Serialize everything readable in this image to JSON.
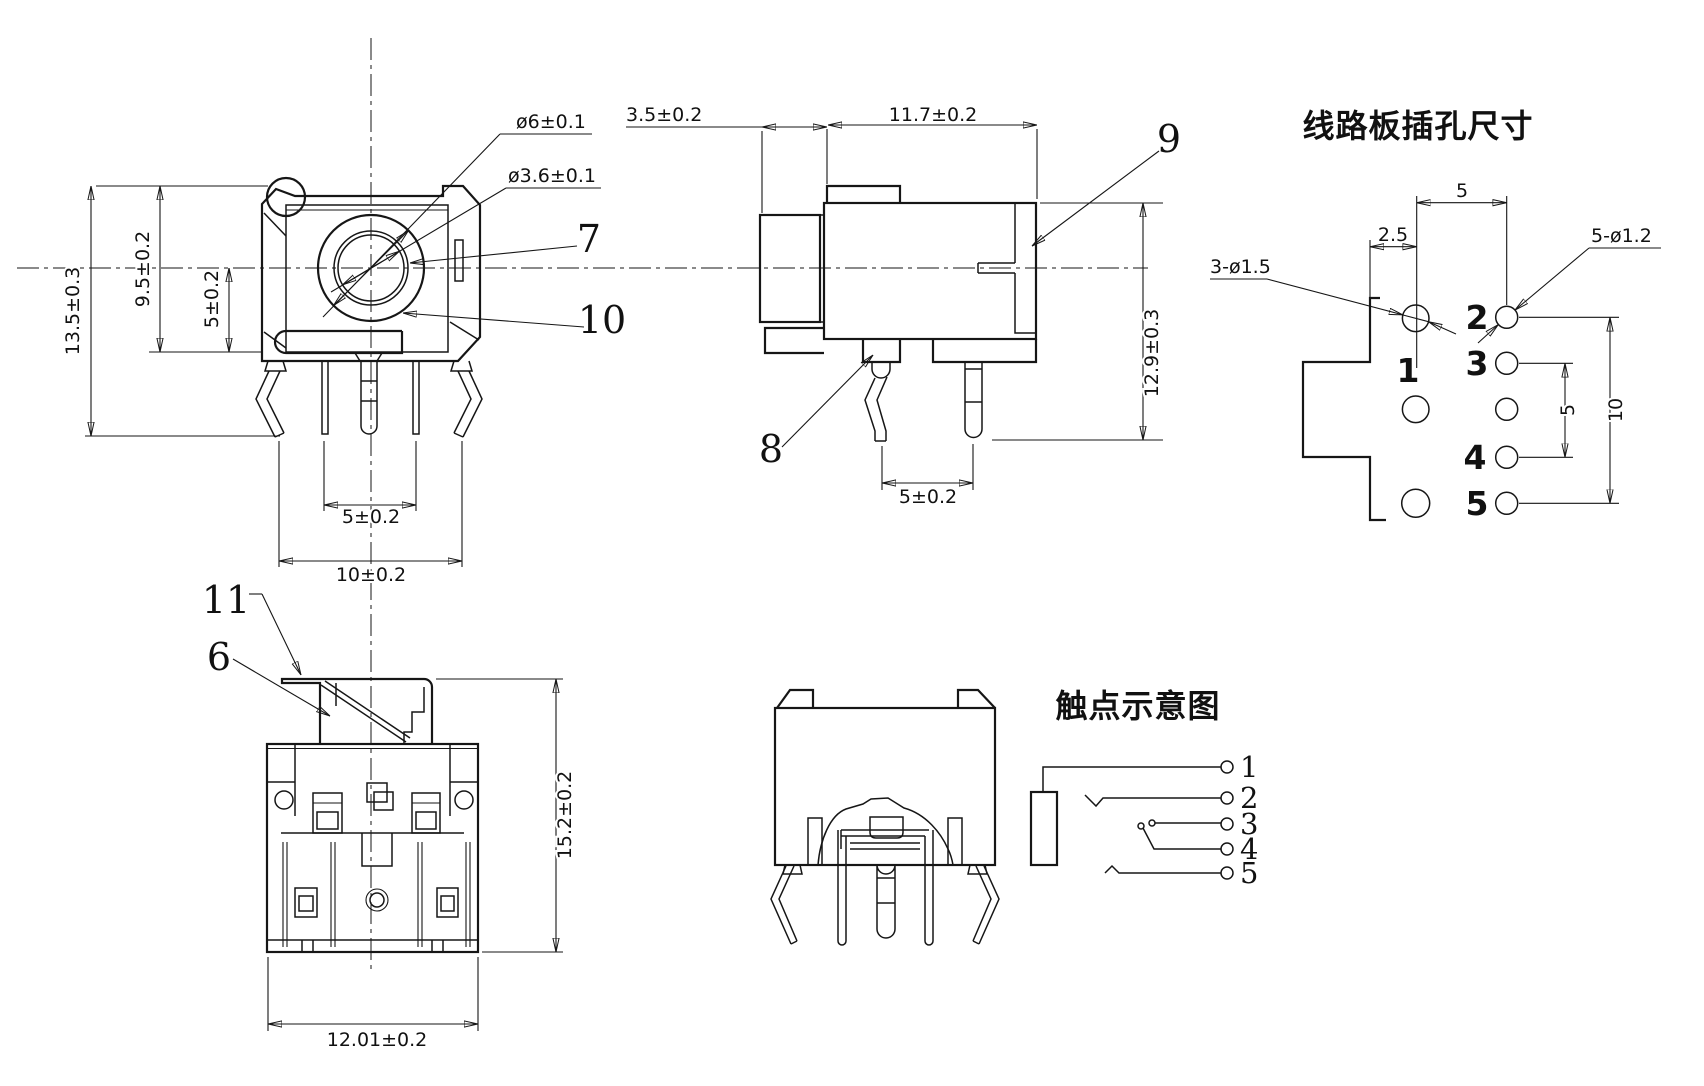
{
  "front_view": {
    "overall_height": "13.5±0.3",
    "body_height": "9.5±0.2",
    "center_to_base": "5±0.2",
    "bushing_outer_dia": "ø6±0.1",
    "jack_hole_dia": "ø3.6±0.1",
    "pin_pitch": "5±0.2",
    "pin_span": "10±0.2",
    "callout_center": "7",
    "callout_ring": "10"
  },
  "side_view": {
    "bushing_length": "3.5±0.2",
    "body_length": "11.7±0.2",
    "overall_height": "12.9±0.3",
    "pin_pitch": "5±0.2",
    "callout_housing": "9",
    "callout_front_pin": "8"
  },
  "pcb_view": {
    "title": "线路板插孔尺寸",
    "col_pitch": "5",
    "col_offset": "2.5",
    "left_holes_note": "3-ø1.5",
    "right_holes_note": "5-ø1.2",
    "row_pitch": "5",
    "row_span": "10",
    "hole_labels": [
      "1",
      "2",
      "3",
      "4",
      "5"
    ]
  },
  "back_view": {
    "callout_tab": "11",
    "callout_spring": "6",
    "overall_height": "15.2±0.2",
    "overall_width": "12.01±0.2"
  },
  "contact_view": {
    "title": "触点示意图",
    "terminal_labels": [
      "1",
      "2",
      "3",
      "4",
      "5"
    ]
  }
}
